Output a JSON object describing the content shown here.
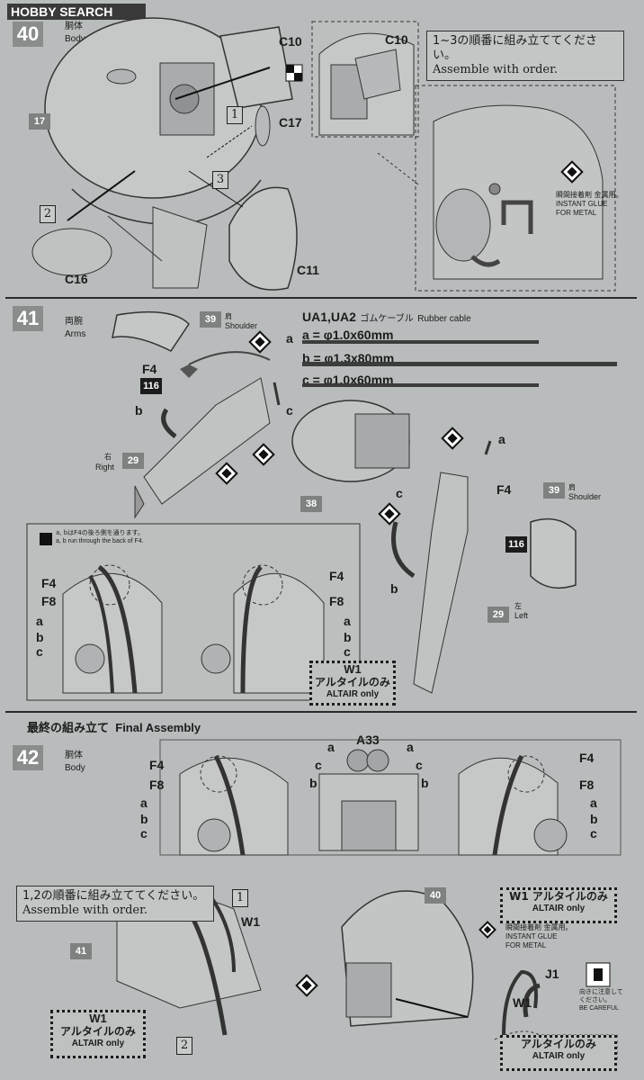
{
  "header": {
    "logo": "HOBBY SEARCH"
  },
  "step40": {
    "num": "40",
    "title_jp": "胴体",
    "title_en": "Body",
    "parts": {
      "c10a": "C10",
      "c10b": "C10",
      "c17": "C17",
      "c16": "C16",
      "c11": "C11",
      "b17": "17"
    },
    "order": {
      "n1": "1",
      "n2": "2",
      "n3": "3"
    },
    "note_jp": "1~3の順番に組み立ててください。",
    "note_en": "Assemble with order.",
    "glue_jp": "瞬間接着剤 金属用。",
    "glue_en1": "INSTANT GLUE",
    "glue_en2": "FOR METAL"
  },
  "step41": {
    "num": "41",
    "title_jp": "両腕",
    "title_en": "Arms",
    "shoulder_badge": "39",
    "shoulder_jp": "肩",
    "shoulder_en": "Shoulder",
    "cable_title": "UA1,UA2",
    "cable_jp": "ゴムケーブル",
    "cable_en": "Rubber cable",
    "cable_a": "a = φ1.0x60mm",
    "cable_b": "b = φ1.3x80mm",
    "cable_c": "c = φ1.0x60mm",
    "f4_left": "F4",
    "b116_left": "116",
    "b_left": "b",
    "c_mid": "c",
    "a_top": "a",
    "right_badge": "29",
    "right_jp": "右",
    "right_en": "Right",
    "body_badge": "38",
    "a_right": "a",
    "c_right": "c",
    "b_right": "b",
    "f4_right": "F4",
    "b116_right": "116",
    "shoulder2_badge": "39",
    "shoulder2_jp": "肩",
    "shoulder2_en": "Shoulder",
    "left_badge": "29",
    "left_jp": "左",
    "left_en": "Left",
    "detail_note_jp": "a, bはF4の後ろ側を通ります。",
    "detail_note_en": "a, b run through the back of F4.",
    "detail_labels_left": [
      "F4",
      "F8",
      "a",
      "b",
      "c"
    ],
    "detail_labels_right": [
      "F4",
      "F8",
      "a",
      "b",
      "c"
    ],
    "w1": "W1",
    "w1_jp": "アルタイルのみ",
    "w1_en": "ALTAIR only"
  },
  "final": {
    "title_jp": "最終の組み立て",
    "title_en": "Final Assembly"
  },
  "step42": {
    "num": "42",
    "title_jp": "胴体",
    "title_en": "Body",
    "left_labels": [
      "F4",
      "F8",
      "a",
      "b",
      "c"
    ],
    "center_title": "A33",
    "center_left": [
      "a",
      "c",
      "b"
    ],
    "center_right": [
      "a",
      "c",
      "b"
    ],
    "right_labels": [
      "F4",
      "F8",
      "a",
      "b",
      "c"
    ],
    "note_jp": "1,2の順番に組み立ててください。",
    "note_en": "Assemble with order.",
    "order_1": "1",
    "order_2": "2",
    "w1_top": "W1",
    "badge41": "41",
    "badge40": "40",
    "w1_box_left": {
      "w1": "W1",
      "jp": "アルタイルのみ",
      "en": "ALTAIR only"
    },
    "w1_box_right": {
      "line1": "W1 アルタイルのみ",
      "line2": "ALTAIR only"
    },
    "glue_jp": "瞬間接着剤 金属用。",
    "glue_en1": "INSTANT GLUE",
    "glue_en2": "FOR METAL",
    "j1": "J1",
    "careful_jp": "向きに注意して",
    "careful_jp2": "ください。",
    "careful_en": "BE CAREFUL",
    "w1_bottom": "W1",
    "w1_bottom_box": {
      "jp": "アルタイルのみ",
      "en": "ALTAIR only"
    }
  }
}
